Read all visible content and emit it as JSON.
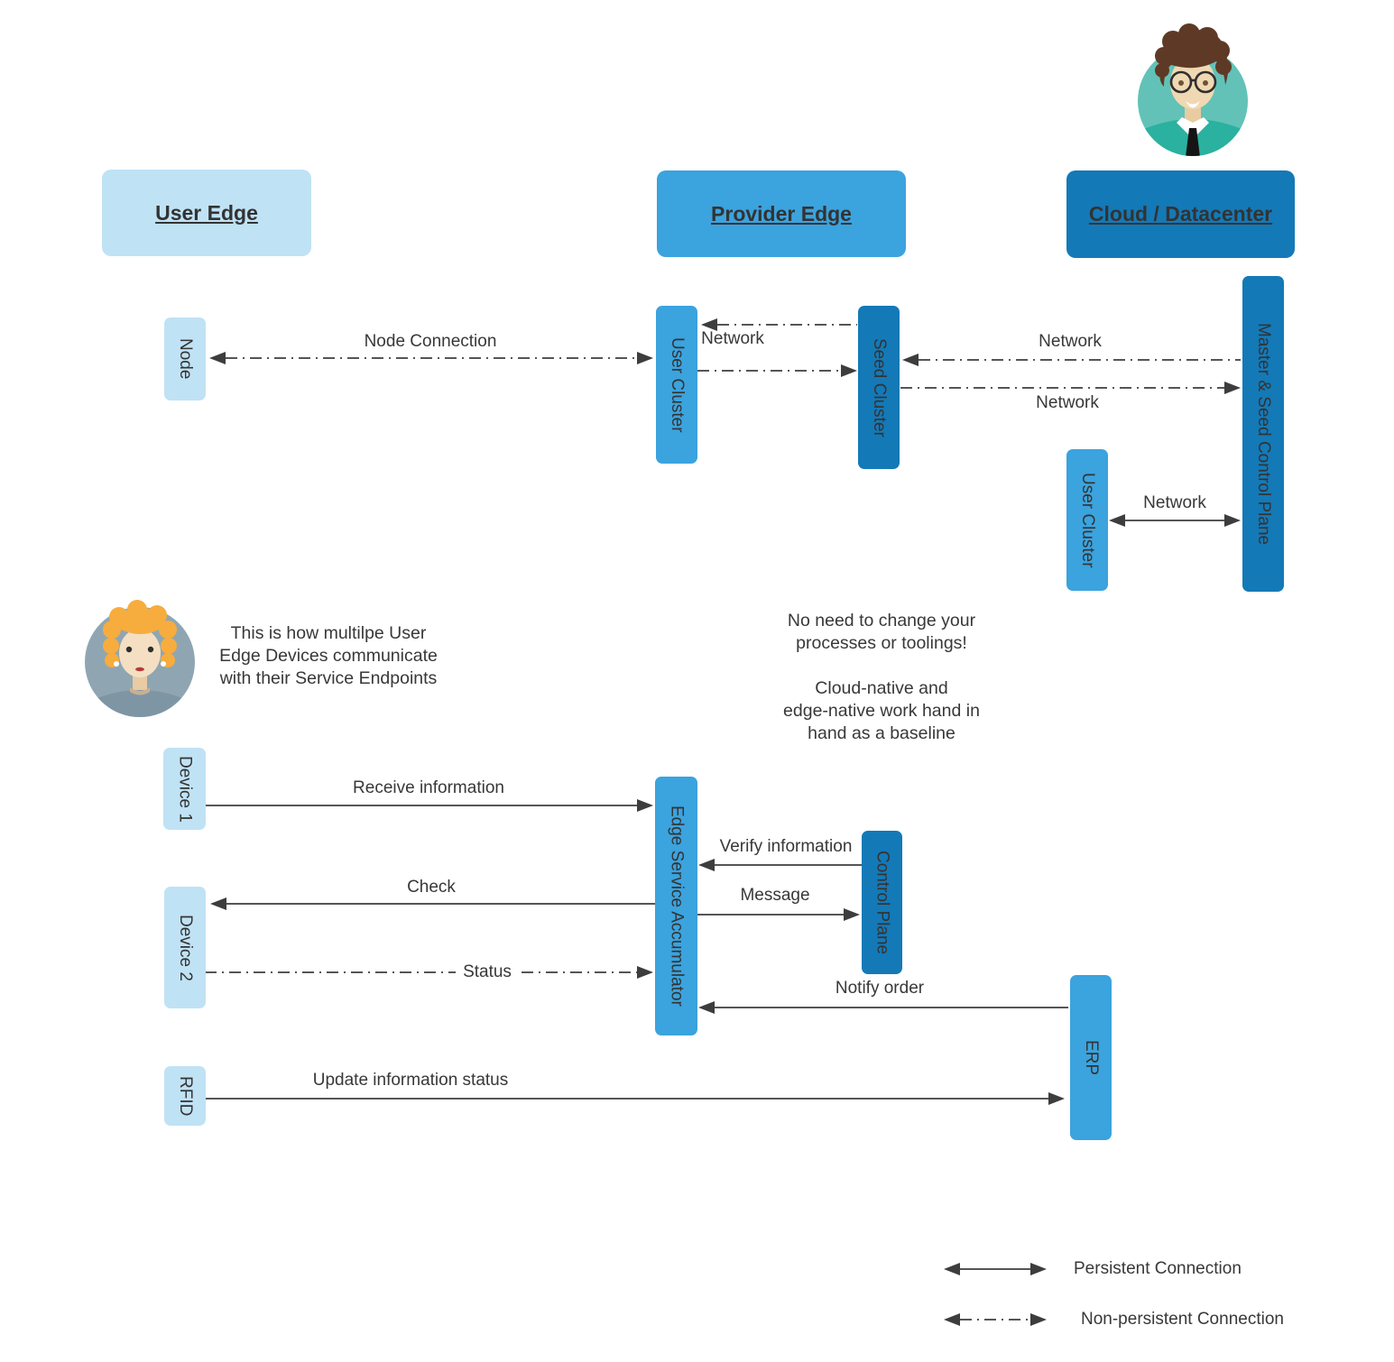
{
  "colors": {
    "light_blue": "#C0E2F5",
    "medium_blue": "#3BA3DE",
    "dark_blue": "#1479B7",
    "line": "#555555",
    "arrow": "#3d3d3d",
    "text": "#383838"
  },
  "lanes": {
    "user_edge": "User Edge",
    "provider_edge": "Provider Edge",
    "cloud_datacenter": "Cloud / Datacenter"
  },
  "top_section": {
    "node": "Node",
    "user_cluster": "User Cluster",
    "seed_cluster": "Seed Cluster",
    "master_seed_control_plane": "Master & Seed Control Plane",
    "cloud_user_cluster": "User Cluster",
    "connections": {
      "node_connection": "Node Connection",
      "network_seed_to_user": "Network",
      "network_ms_to_seed": "Network",
      "network_seed_to_ms": "Network",
      "network_user_cluster_ms": "Network"
    }
  },
  "notes": {
    "multi_device": {
      "line1": "This is how multilpe User",
      "line2": "Edge Devices communicate",
      "line3": "with their Service Endpoints"
    },
    "no_change": {
      "line1": "No need to change your",
      "line2": "processes or toolings!",
      "line3": "Cloud-native and",
      "line4": "edge-native work hand in",
      "line5": "hand as a baseline"
    }
  },
  "bottom_section": {
    "device1": "Device 1",
    "device2": "Device 2",
    "rfid": "RFID",
    "edge_service_accumulator": "Edge Service Accumulator",
    "control_plane": "Control Plane",
    "erp": "ERP",
    "connections": {
      "receive": "Receive information",
      "verify": "Verify information",
      "check": "Check",
      "message": "Message",
      "status": "Status",
      "notify": "Notify order",
      "update": "Update information status"
    }
  },
  "legend": {
    "persistent": "Persistent Connection",
    "non_persistent": "Non-persistent Connection"
  },
  "avatars": {
    "male": "male-person-avatar",
    "female": "female-person-avatar"
  }
}
